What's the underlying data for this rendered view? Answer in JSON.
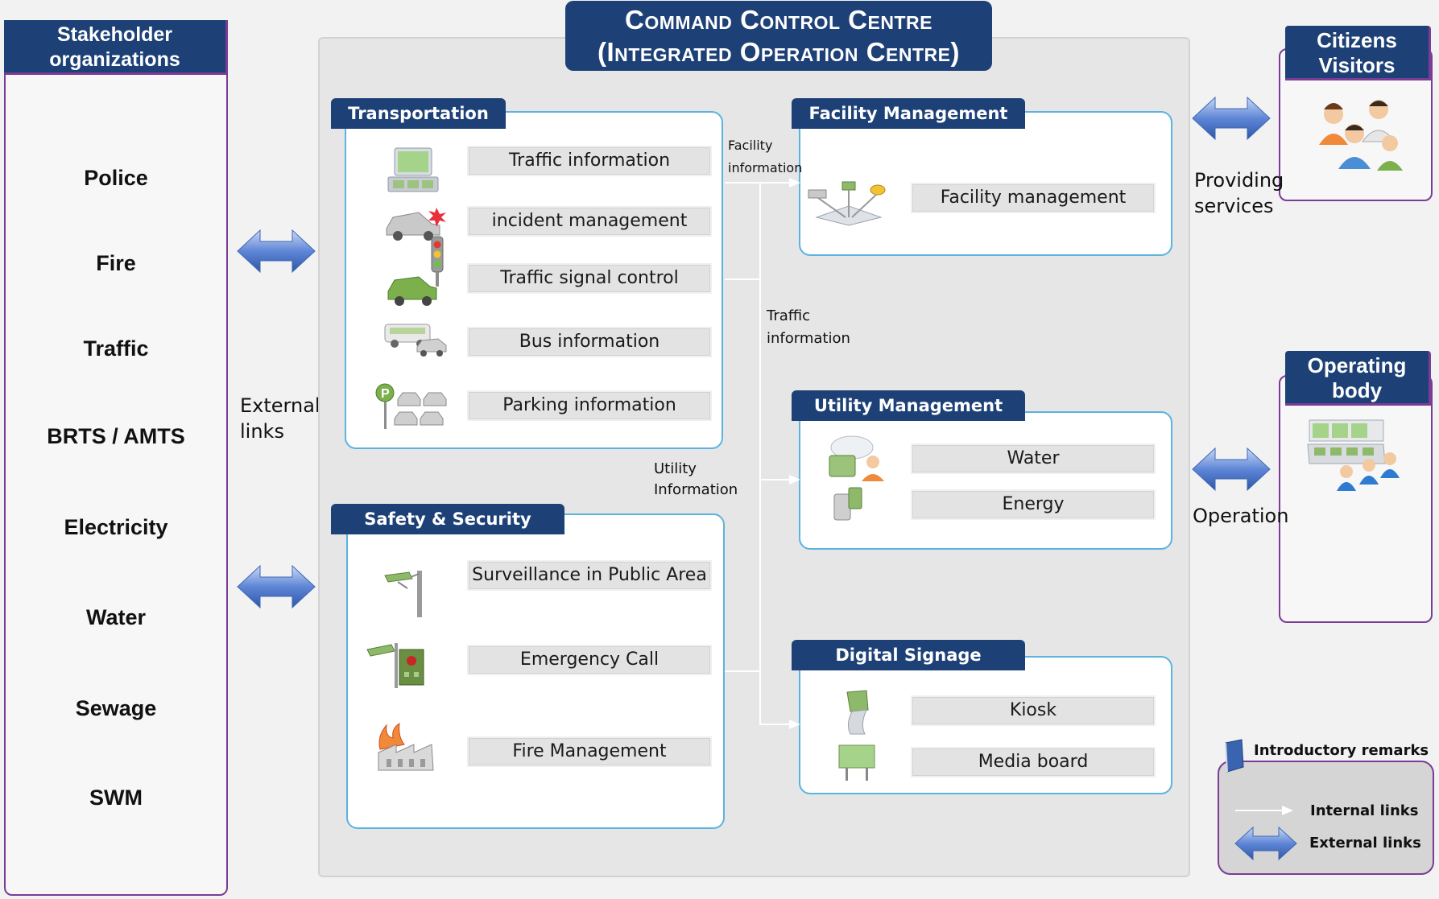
{
  "title": {
    "line1": "Command Control Centre",
    "line2": "(Integrated Operation Centre)"
  },
  "stakeholders": {
    "heading": "Stakeholder organizations",
    "items": [
      "Police",
      "Fire",
      "Traffic",
      "BRTS / AMTS",
      "Electricity",
      "Water",
      "Sewage",
      "SWM"
    ]
  },
  "external_links_label": "External links",
  "citizens": {
    "heading": "Citizens Visitors",
    "link_label": "Providing services"
  },
  "operating_body": {
    "heading": "Operating body",
    "link_label": "Operation"
  },
  "transportation": {
    "tab": "Transportation",
    "items": [
      "Traffic information",
      "incident management",
      "Traffic signal control",
      "Bus information",
      "Parking information"
    ]
  },
  "safety": {
    "tab": "Safety & Security",
    "items": [
      "Surveillance in Public Area",
      "Emergency Call",
      "Fire Management"
    ]
  },
  "facility": {
    "tab": "Facility Management",
    "items": [
      "Facility management"
    ]
  },
  "utility": {
    "tab": "Utility Management",
    "items": [
      "Water",
      "Energy"
    ]
  },
  "signage": {
    "tab": "Digital Signage",
    "items": [
      "Kiosk",
      "Media board"
    ]
  },
  "flow_labels": {
    "facility_info": "Facility information",
    "traffic_info": "Traffic information",
    "utility_info": "Utility Information"
  },
  "legend": {
    "title": "Introductory remarks",
    "internal": "Internal links",
    "external": "External links"
  },
  "colors": {
    "navy": "#1d4176",
    "purple_border": "#7a3c96",
    "box_border": "#5bb3e0",
    "arrow_blue": "#4a78c8"
  }
}
